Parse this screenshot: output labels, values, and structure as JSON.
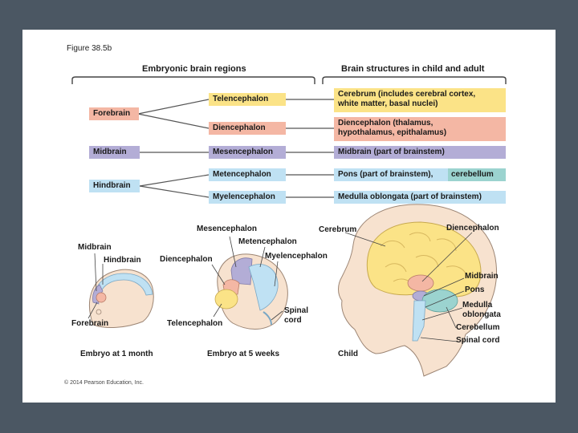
{
  "figure_label": "Figure 38.5b",
  "headers": {
    "embryonic": "Embryonic brain regions",
    "child_adult": "Brain structures in child and adult"
  },
  "embryonic_regions": {
    "forebrain": "Forebrain",
    "midbrain": "Midbrain",
    "hindbrain": "Hindbrain"
  },
  "subdivisions": {
    "telencephalon": "Telencephalon",
    "diencephalon": "Diencephalon",
    "mesencephalon": "Mesencephalon",
    "metencephalon": "Metencephalon",
    "myelencephalon": "Myelencephalon"
  },
  "structures": {
    "cerebrum_line1": "Cerebrum (includes cerebral cortex,",
    "cerebrum_line2": "white matter, basal nuclei)",
    "diencephalon_line1": "Diencephalon (thalamus,",
    "diencephalon_line2": "hypothalamus, epithalamus)",
    "midbrain": "Midbrain (part of brainstem)",
    "pons": "Pons (part of brainstem),",
    "cerebellum": "cerebellum",
    "medulla": "Medulla oblongata (part of brainstem)"
  },
  "colors": {
    "forebrain": "#f4b7a4",
    "telencephalon": "#fbe387",
    "diencephalon": "#f4b7a4",
    "midbrain": "#b3add6",
    "hindbrain": "#bfe1f3",
    "cerebellum": "#9bd3cf",
    "skin": "#f7e2cf",
    "bracket": "#444444"
  },
  "embryo1": {
    "midbrain": "Midbrain",
    "hindbrain": "Hindbrain",
    "forebrain": "Forebrain",
    "caption": "Embryo at 1 month"
  },
  "embryo5": {
    "mesencephalon": "Mesencephalon",
    "metencephalon": "Metencephalon",
    "diencephalon": "Diencephalon",
    "myelencephalon": "Myelencephalon",
    "spinal_line1": "Spinal",
    "spinal_line2": "cord",
    "telencephalon": "Telencephalon",
    "caption": "Embryo at 5 weeks"
  },
  "child": {
    "cerebrum": "Cerebrum",
    "diencephalon": "Diencephalon",
    "midbrain": "Midbrain",
    "pons": "Pons",
    "medulla_line1": "Medulla",
    "medulla_line2": "oblongata",
    "cerebellum": "Cerebellum",
    "spinal_cord": "Spinal cord",
    "caption": "Child"
  },
  "copyright": "© 2014 Pearson Education, Inc."
}
